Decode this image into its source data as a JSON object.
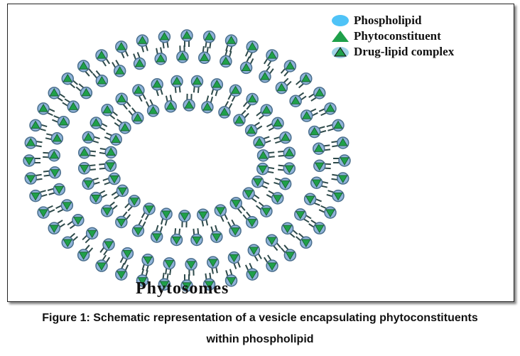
{
  "figure": {
    "title": "Phytosomes",
    "legend": [
      {
        "label": "Phospholipid",
        "icon": "phospholipid-circle-icon"
      },
      {
        "label": "Phytoconstituent",
        "icon": "phytoconstituent-triangle-icon"
      },
      {
        "label": "Drug-lipid complex",
        "icon": "drug-lipid-complex-icon"
      }
    ],
    "colors": {
      "head": "#8fb3d9",
      "head_border": "#4a6e8c",
      "triangle": "#1fa04a",
      "tail": "#2e4a4a",
      "legend_circle": "#4fc3f7"
    }
  },
  "caption": {
    "line1": "Figure 1: Schematic representation of a vesicle encapsulating phytoconstituents",
    "line2": "within phospholipid"
  }
}
